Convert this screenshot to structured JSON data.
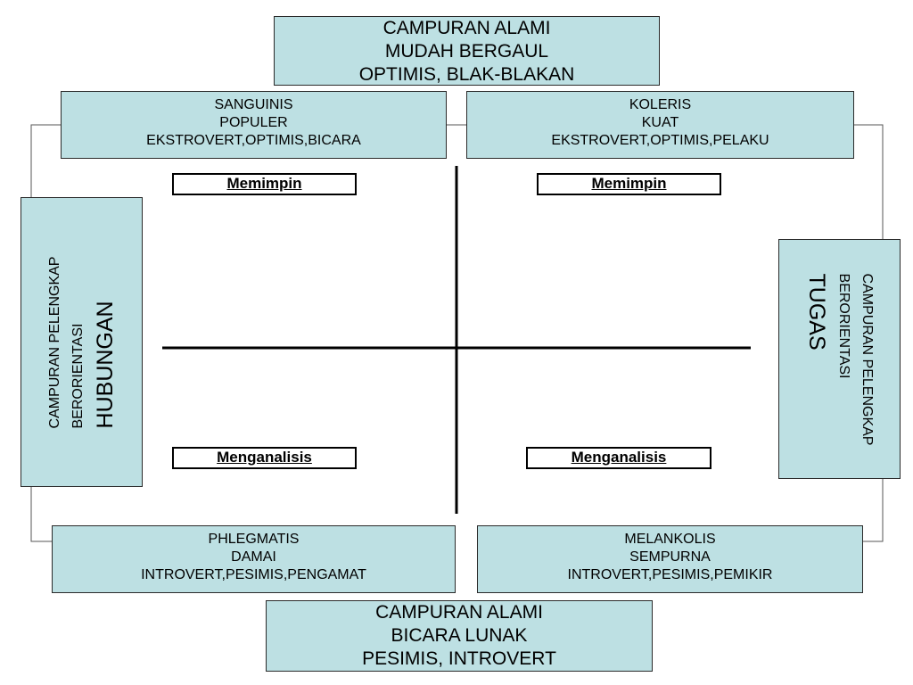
{
  "top_box": {
    "lines": [
      "CAMPURAN ALAMI",
      "MUDAH BERGAUL",
      "OPTIMIS, BLAK-BLAKAN"
    ]
  },
  "bottom_box": {
    "lines": [
      "CAMPURAN ALAMI",
      "BICARA LUNAK",
      "PESIMIS, INTROVERT"
    ]
  },
  "quadrants": {
    "top_left": {
      "lines": [
        "SANGUINIS",
        "POPULER",
        "EKSTROVERT,OPTIMIS,BICARA"
      ]
    },
    "top_right": {
      "lines": [
        "KOLERIS",
        "KUAT",
        "EKSTROVERT,OPTIMIS,PELAKU"
      ]
    },
    "bottom_left": {
      "lines": [
        "PHLEGMATIS",
        "DAMAI",
        "INTROVERT,PESIMIS,PENGAMAT"
      ]
    },
    "bottom_right": {
      "lines": [
        "MELANKOLIS",
        "SEMPURNA",
        "INTROVERT,PESIMIS,PEMIKIR"
      ]
    }
  },
  "side_left": {
    "line1": "CAMPURAN PELENGKAP",
    "line2_prefix": "BERORIENTASI ",
    "line2_emphasis": "HUBUNGAN"
  },
  "side_right": {
    "line1": "CAMPURAN PELENGKAP",
    "line2_prefix": "BERORIENTASI ",
    "line2_emphasis": "TUGAS"
  },
  "labels": {
    "top_left": "Memimpin",
    "top_right": "Memimpin",
    "bottom_left": "Menganalisis",
    "bottom_right": "Menganalisis"
  },
  "colors": {
    "box_fill": "#bde0e3",
    "line": "#000000"
  }
}
